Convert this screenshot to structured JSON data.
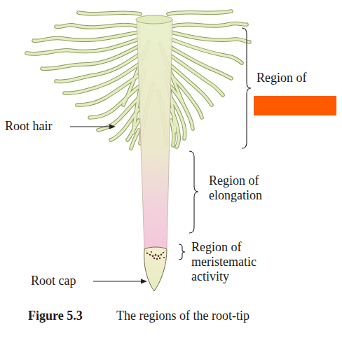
{
  "diagram": {
    "caption": "The regions of the root-tip",
    "labels": [
      "Region of",
      "Root hair",
      "Region of elongation",
      "Region of meristematic activity",
      "Root cap",
      "Figure 5.3"
    ]
  }
}
